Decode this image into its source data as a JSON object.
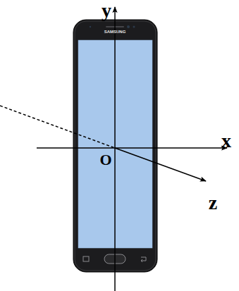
{
  "diagram": {
    "labels": [
      "y",
      "x",
      "z",
      "O",
      "SAMSUNG"
    ]
  }
}
